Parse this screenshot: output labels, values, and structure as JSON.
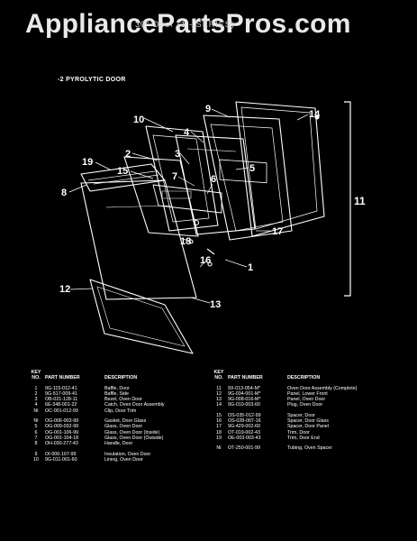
{
  "watermark": "AppliancePartsPros.com",
  "subtitle": "30\" Door (1 - SERIES)",
  "section_label": "-2 PYROLYTIC DOOR",
  "callouts": [
    "10",
    "9",
    "14",
    "4",
    "2",
    "5",
    "19",
    "3",
    "15",
    "6",
    "7",
    "8",
    "11",
    "18",
    "16",
    "17",
    "1",
    "12",
    "13"
  ],
  "colors": {
    "background": "#000000",
    "ink": "#ffffff",
    "watermark": "#e9e9e9"
  },
  "table_headers": {
    "key": "KEY",
    "no": "NO.",
    "part_number": "PART NUMBER",
    "description": "DESCRIPTION"
  },
  "parts_left": [
    {
      "no": "1",
      "pn": "9G-115-012-41",
      "desc": "Baffle, Door"
    },
    {
      "no": "2",
      "pn": "9G-517-009-41",
      "desc": "Baffle, Side"
    },
    {
      "no": "3",
      "pn": "OB-021-128-11",
      "desc": "Bezel, Oven Door"
    },
    {
      "no": "4",
      "pn": "6E-348-001-22",
      "desc": "Catch, Oven Door Assembly"
    },
    {
      "no": "NI",
      "pn": "OC-001-012-99",
      "desc": "Clip, Door Trim"
    },
    {
      "no": "NI",
      "pn": "OG-006-003-99",
      "desc": "Gasket, Door Glass"
    },
    {
      "no": "5",
      "pn": "OG-009-032-99",
      "desc": "Glass, Oven Door"
    },
    {
      "no": "6",
      "pn": "OG-001-106-99",
      "desc": "Glass, Oven Door (Inside)"
    },
    {
      "no": "7",
      "pn": "OG-001-104-18",
      "desc": "Glass, Oven Door (Outside)"
    },
    {
      "no": "8",
      "pn": "OH-030-277-43",
      "desc": "Handle, Door"
    },
    {
      "no": "9",
      "pn": "OI-006-107-99",
      "desc": "Insulation, Oven Door"
    },
    {
      "no": "10",
      "pn": "9G-011-001-60",
      "desc": "Lining, Oven Door"
    }
  ],
  "parts_right": [
    {
      "no": "11",
      "pn": "9X-013-054-M*",
      "desc": "Oven Door Assembly (Complete)"
    },
    {
      "no": "12",
      "pn": "9G-034-001-M*",
      "desc": "Panel, Lower Front"
    },
    {
      "no": "13",
      "pn": "9G-008-016-M*",
      "desc": "Panel, Oven Door"
    },
    {
      "no": "14",
      "pn": "9G-010-003-60",
      "desc": "Plug, Oven Door"
    },
    {
      "no": "15",
      "pn": "OS-035-012-99",
      "desc": "Spacer, Door"
    },
    {
      "no": "16",
      "pn": "OS-028-007-16",
      "desc": "Spacer, Door Glass"
    },
    {
      "no": "17",
      "pn": "9G-429-002-60",
      "desc": "Spacer, Door Panel"
    },
    {
      "no": "18",
      "pn": "OT-019-002-43",
      "desc": "Trim, Door"
    },
    {
      "no": "19",
      "pn": "OE-003-003-43",
      "desc": "Trim, Door End"
    },
    {
      "no": "NI",
      "pn": "OT-250-001-99",
      "desc": "Tubing, Oven Spacer"
    }
  ]
}
